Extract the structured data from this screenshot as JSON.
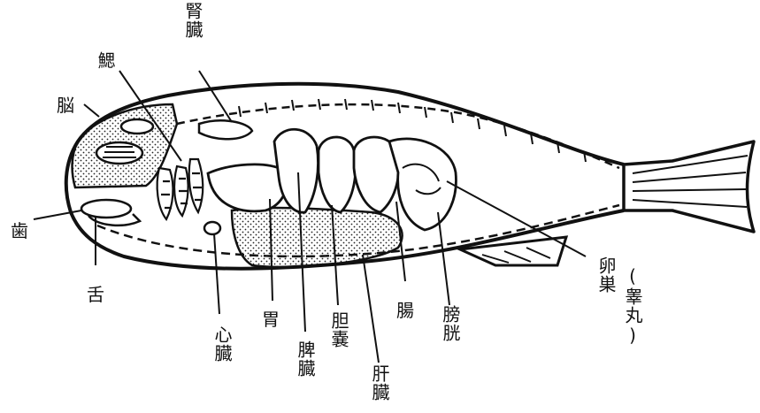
{
  "diagram": {
    "labels": {
      "kidney": "腎臓",
      "gill": "鰓",
      "brain": "脳",
      "teeth": "歯",
      "tongue": "舌",
      "heart": "心臓",
      "stomach": "胃",
      "spleen": "脾臓",
      "gallbladder": "胆嚢",
      "liver": "肝臓",
      "intestine": "腸",
      "bladder": "膀胱",
      "ovary": "卵巣",
      "testis": "(睾丸)"
    }
  }
}
